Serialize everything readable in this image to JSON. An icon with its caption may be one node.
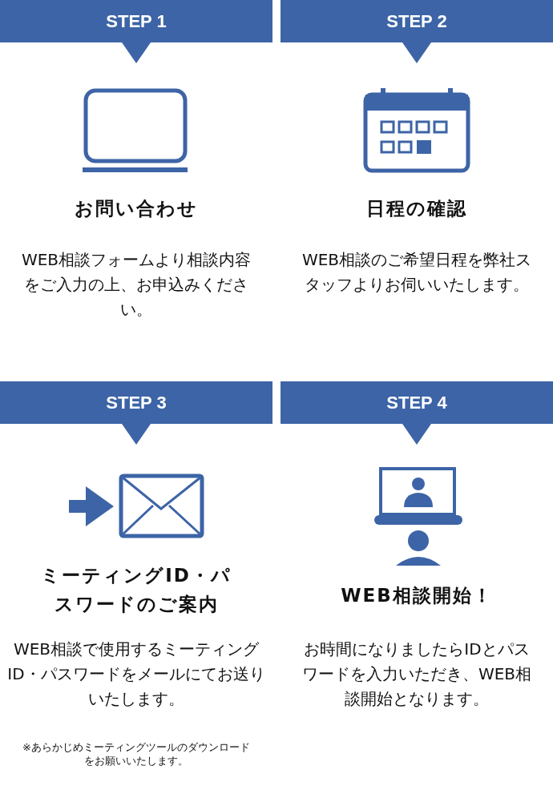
{
  "diagram": {
    "nodes": [
      {
        "text": [
          "STEP 1"
        ]
      },
      {
        "text": [
          "STEP 2"
        ]
      },
      {
        "text": [
          "STEP 3"
        ]
      },
      {
        "text": [
          "STEP 4"
        ]
      }
    ],
    "labels": [
      "お問い合わせ",
      "WEB相談フォームより相談内容をご入力の上、お申込みください。",
      "日程の確認",
      "WEB相談のご希望日程を弊社スタッフよりお伺いいたします。",
      "ミーティングID・パスワードのご案内",
      "WEB相談で使用するミーティングID・パスワードをメールにてお送りいたします。",
      "※あらかじめミーティングツールのダウンロードをお願いいたします。",
      "WEB相談開始！",
      "お時間になりましたらIDとパスワードを入力いただき、WEB相談開始となります。"
    ]
  }
}
